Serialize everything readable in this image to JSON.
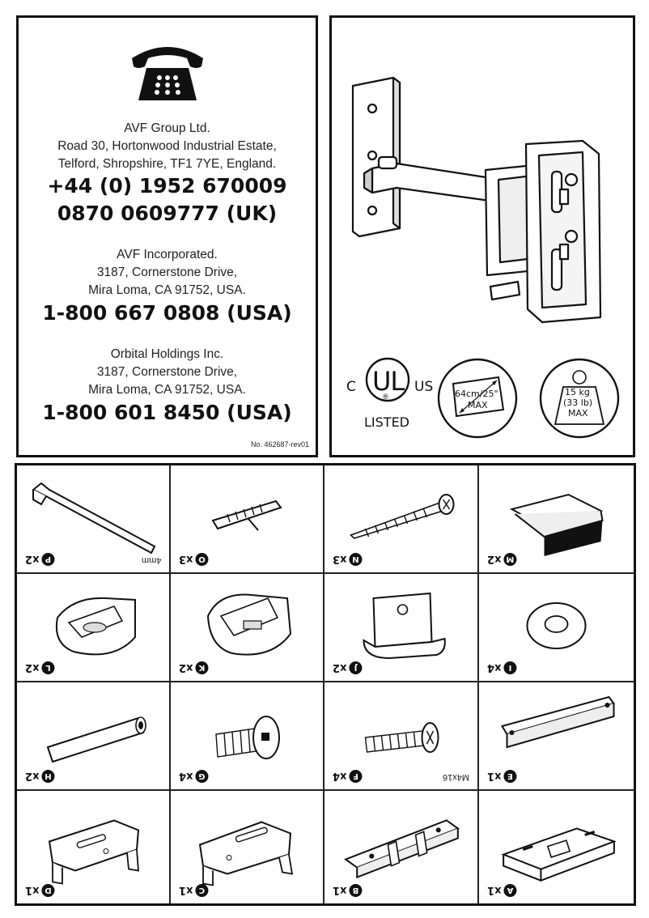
{
  "contacts": [
    {
      "company": "AVF Group Ltd.",
      "address": [
        "Road 30, Hortonwood Industrial Estate,",
        "Telford, Shropshire, TF1 7YE, England."
      ],
      "phones": [
        "+44 (0) 1952 670009",
        "0870 0609777 (UK)"
      ]
    },
    {
      "company": "AVF Incorporated.",
      "address": [
        "3187, Cornerstone Drive,",
        "Mira Loma, CA 91752, USA."
      ],
      "phones": [
        "1-800 667 0808 (USA)"
      ]
    },
    {
      "company": "Orbital Holdings Inc.",
      "address": [
        "3187, Cornerstone Drive,",
        "Mira Loma, CA 91752, USA."
      ],
      "phones": [
        "1-800 601 8450 (USA)"
      ]
    }
  ],
  "doc_ref": "No. 462687-rev01",
  "cert": {
    "ul_c": "C",
    "ul_us": "US",
    "ul_letters": "UL",
    "ul_listed": "LISTED",
    "ul_reg": "®",
    "screen_size": "64cm/25\"",
    "screen_max": "MAX",
    "weight_kg": "15 kg",
    "weight_lb": "(33 lb)",
    "weight_max": "MAX"
  },
  "parts": [
    {
      "id": "P",
      "qty": "x2",
      "spec": "4mm",
      "icon": "hex-key-icon"
    },
    {
      "id": "O",
      "qty": "x3",
      "spec": "",
      "icon": "wall-plug-icon"
    },
    {
      "id": "N",
      "qty": "x3",
      "spec": "",
      "icon": "wood-screw-icon"
    },
    {
      "id": "M",
      "qty": "x2",
      "spec": "",
      "icon": "cable-clip-icon"
    },
    {
      "id": "L",
      "qty": "x2",
      "spec": "",
      "icon": "round-cover-icon"
    },
    {
      "id": "K",
      "qty": "x2",
      "spec": "",
      "icon": "square-cover-icon"
    },
    {
      "id": "J",
      "qty": "x2",
      "spec": "",
      "icon": "tab-cover-icon"
    },
    {
      "id": "I",
      "qty": "x4",
      "spec": "",
      "icon": "washer-icon"
    },
    {
      "id": "H",
      "qty": "x2",
      "spec": "",
      "icon": "spacer-icon"
    },
    {
      "id": "G",
      "qty": "x4",
      "spec": "",
      "icon": "socket-bolt-icon"
    },
    {
      "id": "F",
      "qty": "x4",
      "spec": "M4x16",
      "icon": "machine-screw-icon"
    },
    {
      "id": "E",
      "qty": "x1",
      "spec": "",
      "icon": "rail-icon"
    },
    {
      "id": "D",
      "qty": "x1",
      "spec": "",
      "icon": "bracket-right-icon"
    },
    {
      "id": "C",
      "qty": "x1",
      "spec": "",
      "icon": "bracket-left-icon"
    },
    {
      "id": "B",
      "qty": "x1",
      "spec": "",
      "icon": "hinge-plate-icon"
    },
    {
      "id": "A",
      "qty": "x1",
      "spec": "",
      "icon": "tilt-plate-icon"
    }
  ]
}
